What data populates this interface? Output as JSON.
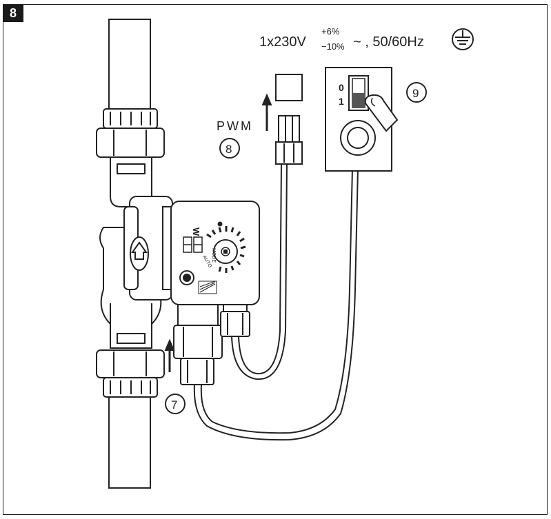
{
  "figure": {
    "number": "8"
  },
  "power_spec": {
    "main": "1x230V",
    "tol_plus": "+6%",
    "tol_minus": "−10%",
    "tail": "~ , 50/60Hz"
  },
  "labels": {
    "pwm": "PWM",
    "callout_7": "7",
    "callout_8": "8",
    "callout_9": "9",
    "switch_off": "0",
    "switch_on": "1",
    "unit_w": "W",
    "mode": "MODE",
    "auto": "AUTO"
  },
  "icons": {
    "ground": "ground-icon",
    "flow_arrow": "flow-arrow-icon",
    "finger": "finger-press-icon"
  }
}
